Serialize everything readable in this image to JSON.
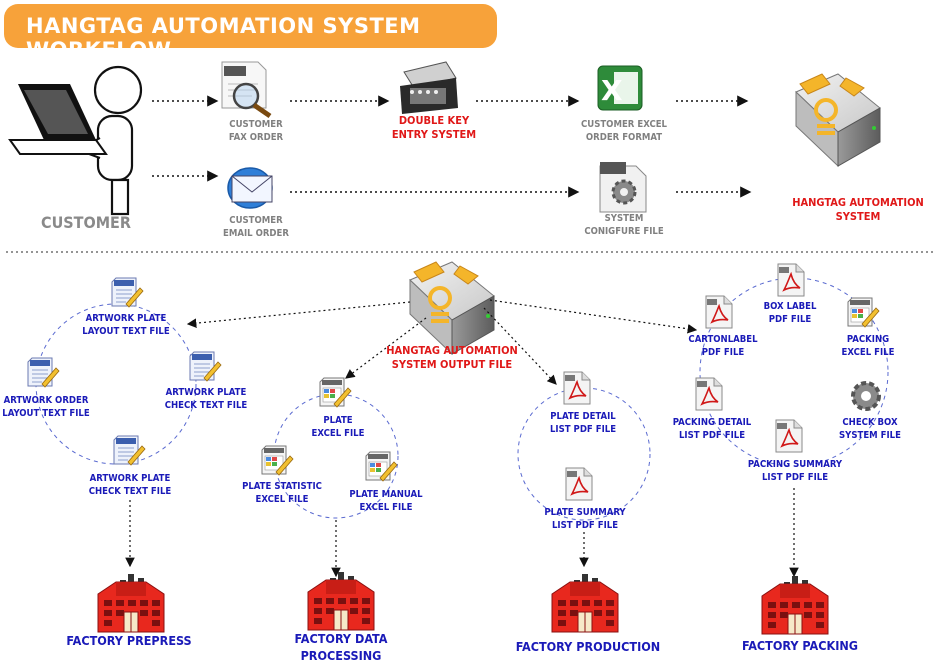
{
  "title": "HANGTAG AUTOMATION SYSTEM WORKFLOW",
  "top": {
    "customer": "CUSTOMER",
    "fax_order": "CUSTOMER\nFAX ORDER",
    "email_order": "CUSTOMER\nEMAIL ORDER",
    "double_key": "DOUBLE KEY\nENTRY SYSTEM",
    "excel_order": "CUSTOMER EXCEL\nORDER  FORMAT",
    "system_config": "SYSTEM\nCONIGFURE FILE",
    "hangtag_system": "HANGTAG AUTOMATION\nSYSTEM"
  },
  "output": {
    "label": "HANGTAG AUTOMATION\nSYSTEM OUTPUT FILE"
  },
  "prepress": {
    "artwork_plate_layout": "ARTWORK PLATE\nLAYOUT TEXT FILE",
    "artwork_order_layout": "ARTWORK ORDER\nLAYOUT TEXT FILE",
    "artwork_plate_check_1": "ARTWORK PLATE\nCHECK TEXT FILE",
    "artwork_plate_check_2": "ARTWORK PLATE\nCHECK TEXT FILE",
    "factory": "FACTORY PREPRESS"
  },
  "data_processing": {
    "plate_excel": "PLATE\nEXCEL FILE",
    "plate_statistic": "PLATE STATISTIC\nEXCEL FILE",
    "plate_manual": "PLATE MANUAL\nEXCEL FILE",
    "factory": "FACTORY DATA\nPROCESSING"
  },
  "production": {
    "plate_detail": "PLATE DETAIL\nLIST PDF FILE",
    "plate_summary": "PLATE SUMMARY\nLIST PDF FILE",
    "factory": "FACTORY PRODUCTION"
  },
  "packing": {
    "box_label": "BOX LABEL\nPDF FILE",
    "carton_label": "CARTONLABEL\nPDF FILE",
    "packing_excel": "PACKING\nEXCEL FILE",
    "packing_detail": "PACKING DETAIL\nLIST PDF FILE",
    "check_box": "CHECK BOX\nSYSTEM FILE",
    "packing_summary": "PACKING SUMMARY\nLIST PDF FILE",
    "factory": "FACTORY PACKING"
  },
  "colors": {
    "title_bg": "#f7a23a",
    "label_blue": "#1a1ab8",
    "label_red": "#e01818",
    "label_grey": "#808080",
    "factory_red": "#e8281e"
  },
  "icons": {
    "customer": "person-at-laptop-icon",
    "fax": "fax-document-icon",
    "email": "email-icon",
    "double_key": "scanner-icon",
    "excel": "excel-icon",
    "config": "config-gear-file-icon",
    "server": "server-box-icon",
    "text_file": "text-file-icon",
    "excel_file": "excel-file-icon",
    "pdf_file": "pdf-file-icon",
    "gear": "gear-icon",
    "factory": "factory-building-icon"
  }
}
